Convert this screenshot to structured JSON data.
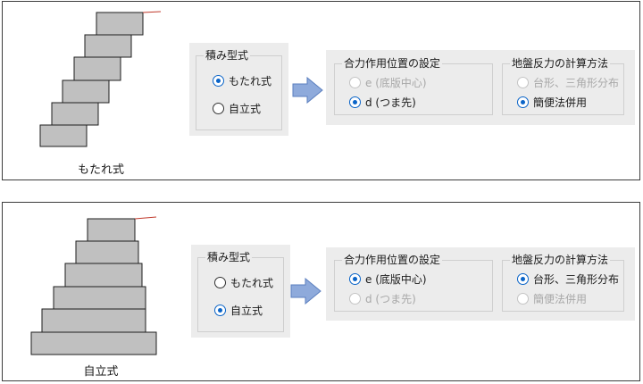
{
  "panels": [
    {
      "caption": "もたれ式",
      "type_group": {
        "title": "積み型式",
        "options": [
          {
            "label": "もたれ式",
            "selected": true,
            "enabled": true
          },
          {
            "label": "自立式",
            "selected": false,
            "enabled": true
          }
        ]
      },
      "force_group": {
        "title": "合力作用位置の設定",
        "options": [
          {
            "label": "e (底版中心)",
            "selected": false,
            "enabled": false
          },
          {
            "label": "d (つま先)",
            "selected": true,
            "enabled": true
          }
        ]
      },
      "reaction_group": {
        "title": "地盤反力の計算方法",
        "options": [
          {
            "label": "台形、三角形分布",
            "selected": false,
            "enabled": false
          },
          {
            "label": "簡便法併用",
            "selected": true,
            "enabled": true
          }
        ]
      }
    },
    {
      "caption": "自立式",
      "type_group": {
        "title": "積み型式",
        "options": [
          {
            "label": "もたれ式",
            "selected": false,
            "enabled": true
          },
          {
            "label": "自立式",
            "selected": true,
            "enabled": true
          }
        ]
      },
      "force_group": {
        "title": "合力作用位置の設定",
        "options": [
          {
            "label": "e (底版中心)",
            "selected": true,
            "enabled": true
          },
          {
            "label": "d (つま先)",
            "selected": false,
            "enabled": false
          }
        ]
      },
      "reaction_group": {
        "title": "地盤反力の計算方法",
        "options": [
          {
            "label": "台形、三角形分布",
            "selected": true,
            "enabled": true
          },
          {
            "label": "簡便法併用",
            "selected": false,
            "enabled": false
          }
        ]
      }
    }
  ],
  "colors": {
    "block_fill": "#c0c0c0",
    "block_stroke": "#1e1e1e",
    "ground_line": "#c0392b",
    "arrow_fill": "#8eaadb",
    "arrow_stroke": "#5b7fbf",
    "radio_selected": "#0a64c8",
    "panel_shade": "#ececec"
  }
}
